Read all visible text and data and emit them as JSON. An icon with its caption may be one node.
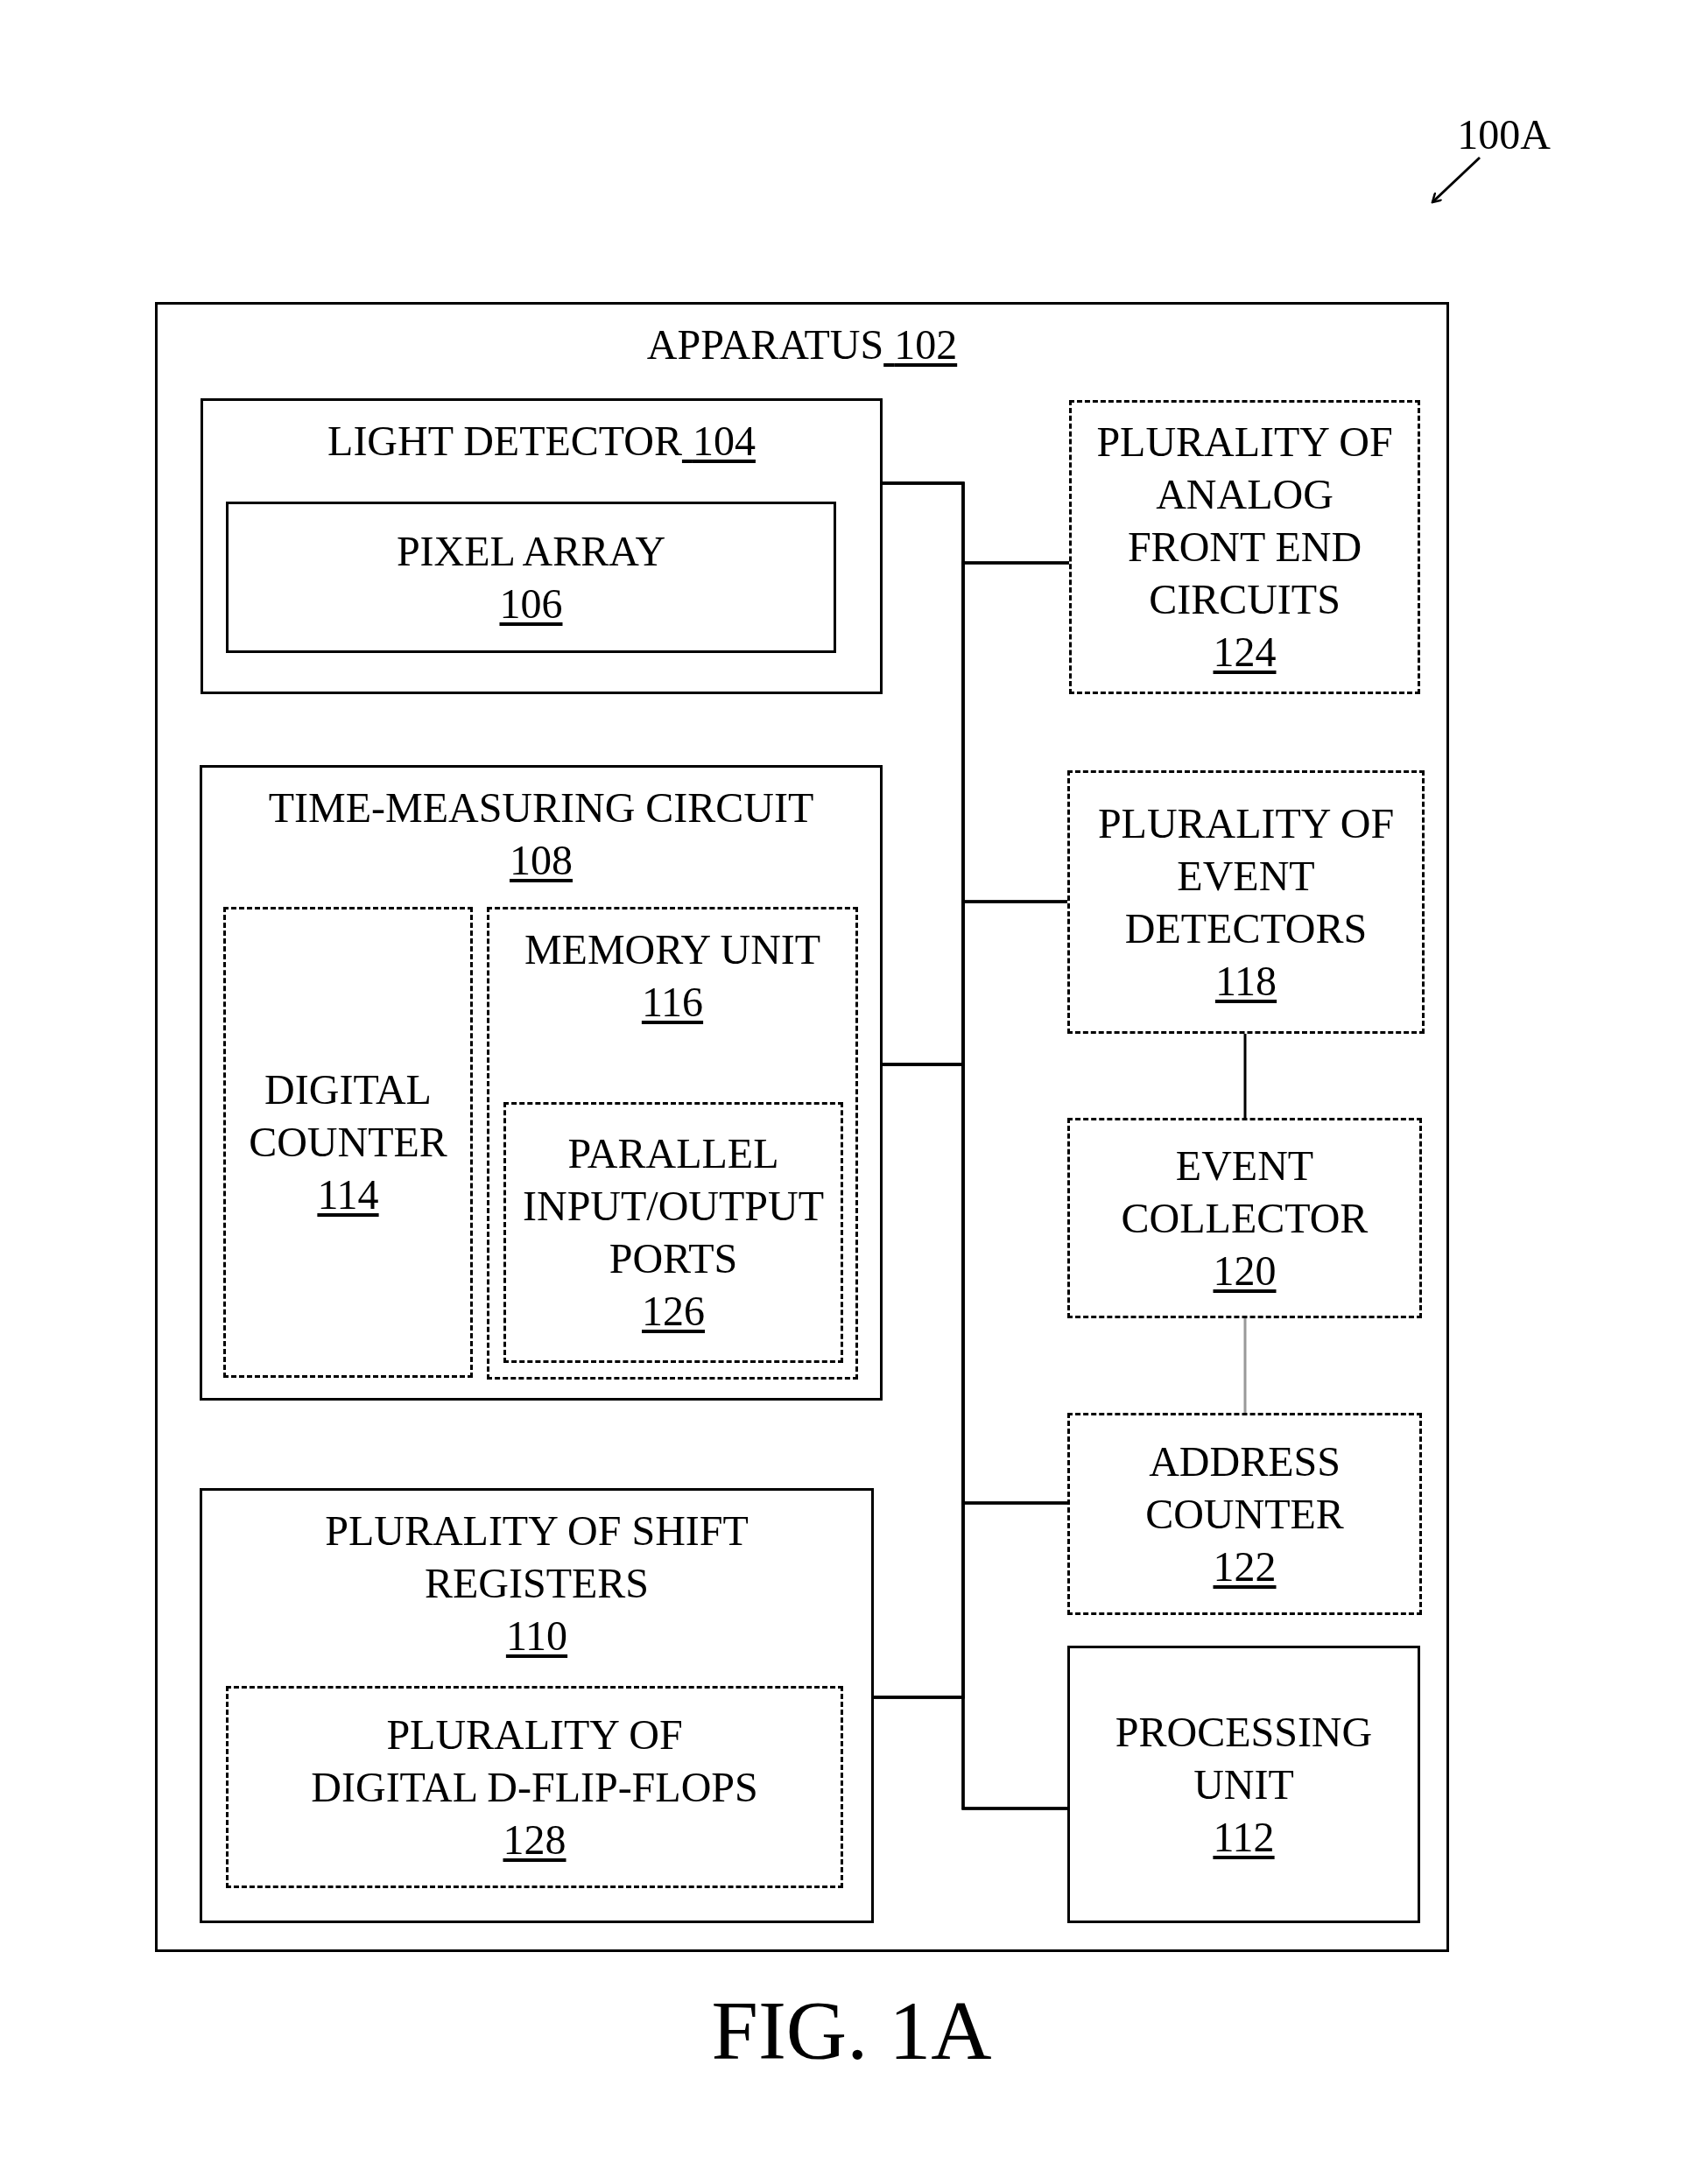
{
  "diagram": {
    "caption": "FIG. 1A",
    "nodes": [
      {
        "text": [
          "APPARATUS",
          "102"
        ]
      },
      {
        "text": [
          "LIGHT DETECTOR",
          "104"
        ],
        "in": 0
      },
      {
        "text": [
          "PIXEL ARRAY",
          "106"
        ],
        "in": 1
      },
      {
        "text": [
          "TIME-MEASURING CIRCUIT",
          "108"
        ],
        "in": 0
      },
      {
        "text": [
          "DIGITAL COUNTER",
          "114"
        ],
        "in": 3
      },
      {
        "text": [
          "MEMORY UNIT",
          "116"
        ],
        "in": 3
      },
      {
        "text": [
          "PARALLEL INPUT/OUTPUT PORTS",
          "126"
        ],
        "in": 5
      },
      {
        "text": [
          "PLURALITY OF SHIFT REGISTERS",
          "110"
        ],
        "in": 0
      },
      {
        "text": [
          "PLURALITY OF DIGITAL D-FLIP-FLOPS",
          "128"
        ],
        "in": 7
      },
      {
        "text": [
          "PLURALITY OF ANALOG FRONT END CIRCUITS",
          "124"
        ],
        "in": 0
      },
      {
        "text": [
          "PLURALITY OF EVENT DETECTORS",
          "118"
        ],
        "in": 0
      },
      {
        "text": [
          "EVENT COLLECTOR",
          "120"
        ],
        "in": 0
      },
      {
        "text": [
          "ADDRESS COUNTER",
          "122"
        ],
        "in": 0
      },
      {
        "text": [
          "PROCESSING UNIT",
          "112"
        ],
        "in": 0
      },
      {
        "text": [
          "100A"
        ]
      }
    ],
    "edges": [
      {
        "from": 1,
        "to": 9,
        "arrow": "none"
      },
      {
        "from": 1,
        "to": 10,
        "arrow": "none"
      },
      {
        "from": 1,
        "to": 12,
        "arrow": "none"
      },
      {
        "from": 1,
        "to": 13,
        "arrow": "none"
      },
      {
        "from": 3,
        "to": 9,
        "arrow": "none"
      },
      {
        "from": 3,
        "to": 10,
        "arrow": "none"
      },
      {
        "from": 3,
        "to": 12,
        "arrow": "none"
      },
      {
        "from": 3,
        "to": 13,
        "arrow": "none"
      },
      {
        "from": 7,
        "to": 9,
        "arrow": "none"
      },
      {
        "from": 7,
        "to": 10,
        "arrow": "none"
      },
      {
        "from": 7,
        "to": 12,
        "arrow": "none"
      },
      {
        "from": 7,
        "to": 13,
        "arrow": "none"
      },
      {
        "from": 10,
        "to": 11,
        "arrow": "none"
      },
      {
        "from": 11,
        "to": 12,
        "arrow": "none",
        "color": "#999999"
      },
      {
        "from": 14,
        "to": null,
        "arrow": "to"
      }
    ]
  }
}
